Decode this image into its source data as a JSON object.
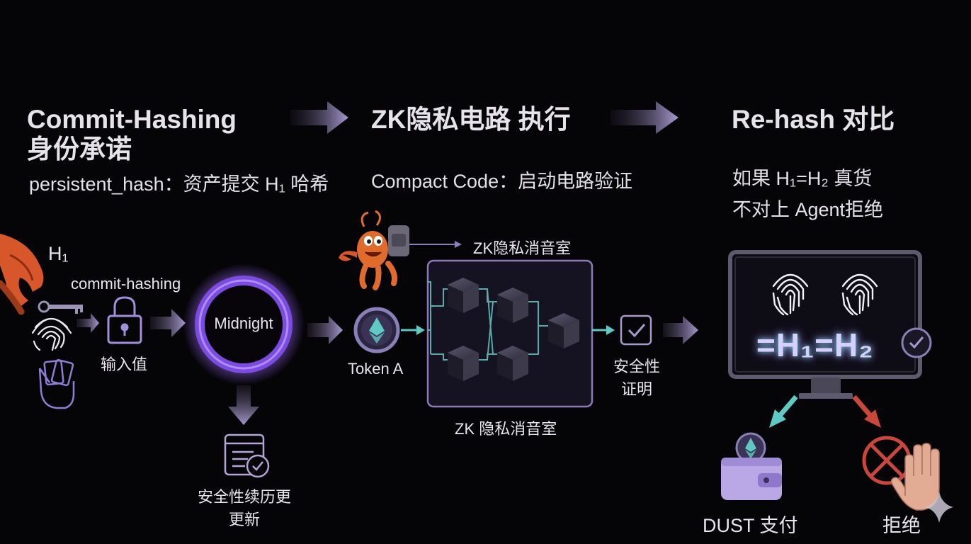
{
  "col1": {
    "title_line1": "Commit-Hashing",
    "title_line2": "身份承诺",
    "subtitle": "persistent_hash：资产提交 H₁ 哈希",
    "h1_label": "H₁",
    "commit_label": "commit-hashing",
    "input_label": "输入值",
    "ring_label": "Midnight",
    "history_label_line1": "安全性续历更",
    "history_label_line2": "更新"
  },
  "col2": {
    "title": "ZK隐私电路 执行",
    "subtitle": "Compact Code：启动电路验证",
    "chamber_top_label": "ZK隐私消音室",
    "chamber_bottom_label": "ZK 隐私消音室",
    "token_label": "Token A",
    "proof_label_line1": "安全性",
    "proof_label_line2": "证明"
  },
  "col3": {
    "title": "Re-hash 对比",
    "line1": "如果 H₁=H₂ 真货",
    "line2": "不对上 Agent拒绝",
    "monitor_text": "=H₁=H₂",
    "dust_label": "DUST 支付",
    "reject_label": "拒绝"
  },
  "colors": {
    "accent_purple": "#8f5fe8",
    "teal": "#5fc9c4",
    "reject_red": "#c9473c",
    "arrow_purple": "#9b8fbe"
  },
  "icons": [
    "lobster-claw-icon",
    "fingerprint-icon",
    "key-icon",
    "hand-cards-icon",
    "lock-icon",
    "midnight-ring-icon",
    "history-document-icon",
    "lobster-mascot-icon",
    "ethereum-token-icon",
    "cube-icon",
    "shield-check-icon",
    "monitor-icon",
    "check-circle-icon",
    "wallet-icon",
    "reject-icon",
    "stop-hand-icon"
  ]
}
